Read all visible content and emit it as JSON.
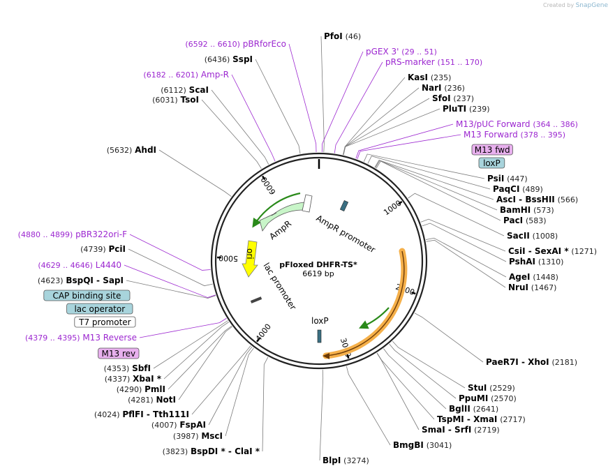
{
  "credit": {
    "prefix": "Created by",
    "brand": "SnapGene"
  },
  "plasmid": {
    "name": "pFloxed DHFR-TS*",
    "size_label": "6619 bp"
  },
  "colors": {
    "feature_purple": "#9c27d0",
    "enzyme_text": "#000000",
    "coord_text": "#333333",
    "amp": "#c8f5c8",
    "ori": "#ffff00",
    "orange": "#f5b04a",
    "box_blue": "#a8d4dc",
    "box_pink": "#e8b0ee"
  },
  "ring_ticks": [
    {
      "label": "1000"
    },
    {
      "label": "2000"
    },
    {
      "label": "3000"
    },
    {
      "label": "4000"
    },
    {
      "label": "5000"
    },
    {
      "label": "6000"
    }
  ],
  "inner_labels": {
    "ampr": "AmpR",
    "ampr_promoter": "AmpR promoter",
    "ori": "ori",
    "lac_promoter": "lac promoter",
    "loxp": "loxP"
  },
  "labels": [
    {
      "name": "PfoI",
      "coord": "(46)",
      "type": "enzyme"
    },
    {
      "name": "pBRforEco",
      "coord": "(6592 .. 6610)",
      "type": "primer"
    },
    {
      "name": "SspI",
      "coord": "(6436)",
      "type": "enzyme"
    },
    {
      "name": "pGEX 3'",
      "coord": "(29 .. 51)",
      "type": "primer"
    },
    {
      "name": "pRS-marker",
      "coord": "(151 .. 170)",
      "type": "primer"
    },
    {
      "name": "Amp-R",
      "coord": "(6182 .. 6201)",
      "type": "primer"
    },
    {
      "name": "KasI",
      "coord": "(235)",
      "type": "enzyme"
    },
    {
      "name": "NarI",
      "coord": "(236)",
      "type": "enzyme"
    },
    {
      "name": "ScaI",
      "coord": "(6112)",
      "type": "enzyme"
    },
    {
      "name": "SfoI",
      "coord": "(237)",
      "type": "enzyme"
    },
    {
      "name": "TsoI",
      "coord": "(6031)",
      "type": "enzyme"
    },
    {
      "name": "PluTI",
      "coord": "(239)",
      "type": "enzyme"
    },
    {
      "name": "M13/pUC Forward",
      "coord": "(364 .. 386)",
      "type": "primer"
    },
    {
      "name": "M13 Forward",
      "coord": "(378 .. 395)",
      "type": "primer"
    },
    {
      "name": "AhdI",
      "coord": "(5632)",
      "type": "enzyme"
    },
    {
      "name": "M13 fwd",
      "coord": "",
      "type": "box_pink"
    },
    {
      "name": "loxP",
      "coord": "",
      "type": "box_blue"
    },
    {
      "name": "PsiI",
      "coord": "(447)",
      "type": "enzyme"
    },
    {
      "name": "PaqCI",
      "coord": "(489)",
      "type": "enzyme"
    },
    {
      "name": "AscI - BssHII",
      "coord": "(566)",
      "type": "enzyme"
    },
    {
      "name": "BamHI",
      "coord": "(573)",
      "type": "enzyme"
    },
    {
      "name": "PacI",
      "coord": "(583)",
      "type": "enzyme"
    },
    {
      "name": "pBR322ori-F",
      "coord": "(4880 .. 4899)",
      "type": "primer"
    },
    {
      "name": "SacII",
      "coord": "(1008)",
      "type": "enzyme"
    },
    {
      "name": "PciI",
      "coord": "(4739)",
      "type": "enzyme"
    },
    {
      "name": "CsiI - SexAI *",
      "coord": "(1271)",
      "type": "enzyme"
    },
    {
      "name": "PshAI",
      "coord": "(1310)",
      "type": "enzyme"
    },
    {
      "name": "L4440",
      "coord": "(4629 .. 4646)",
      "type": "primer"
    },
    {
      "name": "AgeI",
      "coord": "(1448)",
      "type": "enzyme"
    },
    {
      "name": "BspQI - SapI",
      "coord": "(4623)",
      "type": "enzyme"
    },
    {
      "name": "NruI",
      "coord": "(1467)",
      "type": "enzyme"
    },
    {
      "name": "CAP binding site",
      "coord": "",
      "type": "box_blue"
    },
    {
      "name": "lac operator",
      "coord": "",
      "type": "box_blue"
    },
    {
      "name": "T7 promoter",
      "coord": "",
      "type": "box_white"
    },
    {
      "name": "M13 Reverse",
      "coord": "(4379 .. 4395)",
      "type": "primer"
    },
    {
      "name": "M13 rev",
      "coord": "",
      "type": "box_pink"
    },
    {
      "name": "PaeR7I - XhoI",
      "coord": "(2181)",
      "type": "enzyme"
    },
    {
      "name": "SbfI",
      "coord": "(4353)",
      "type": "enzyme"
    },
    {
      "name": "XbaI *",
      "coord": "(4337)",
      "type": "enzyme"
    },
    {
      "name": "PmlI",
      "coord": "(4290)",
      "type": "enzyme"
    },
    {
      "name": "NotI",
      "coord": "(4281)",
      "type": "enzyme"
    },
    {
      "name": "StuI",
      "coord": "(2529)",
      "type": "enzyme"
    },
    {
      "name": "PpuMI",
      "coord": "(2570)",
      "type": "enzyme"
    },
    {
      "name": "BglII",
      "coord": "(2641)",
      "type": "enzyme"
    },
    {
      "name": "PflFI - Tth111I",
      "coord": "(4024)",
      "type": "enzyme"
    },
    {
      "name": "TspMI - XmaI",
      "coord": "(2717)",
      "type": "enzyme"
    },
    {
      "name": "FspAI",
      "coord": "(4007)",
      "type": "enzyme"
    },
    {
      "name": "SmaI - SrfI",
      "coord": "(2719)",
      "type": "enzyme"
    },
    {
      "name": "MscI",
      "coord": "(3987)",
      "type": "enzyme"
    },
    {
      "name": "BmgBI",
      "coord": "(3041)",
      "type": "enzyme"
    },
    {
      "name": "BspDI * - ClaI *",
      "coord": "(3823)",
      "type": "enzyme"
    },
    {
      "name": "BlpI",
      "coord": "(3274)",
      "type": "enzyme"
    }
  ]
}
